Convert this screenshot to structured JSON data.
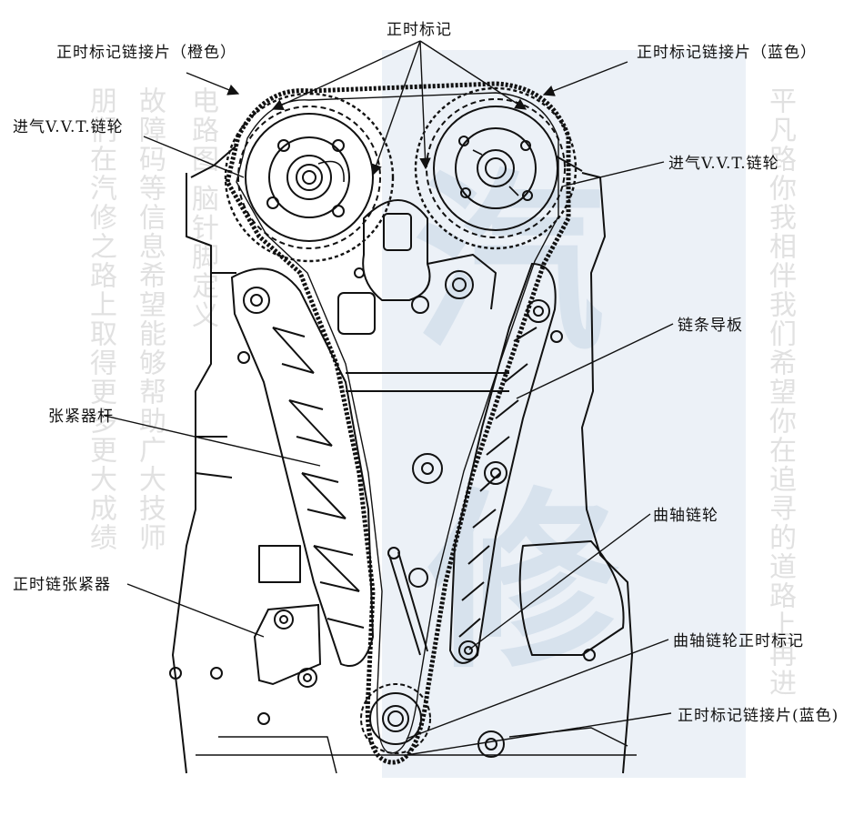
{
  "labels": {
    "timing_marks": "正时标记",
    "timing_link_orange": "正时标记链接片（橙色）",
    "timing_link_blue_top": "正时标记链接片（蓝色）",
    "intake_vvt_left": "进气V.V.T.链轮",
    "intake_vvt_right": "进气V.V.T.链轮",
    "chain_guide": "链条导板",
    "tensioner_arm": "张紧器杆",
    "crank_sprocket": "曲轴链轮",
    "chain_tensioner": "正时链张紧器",
    "crank_sprocket_mark": "曲轴链轮正时标记",
    "timing_link_blue_bottom": "正时标记链接片(蓝色)"
  },
  "watermark": {
    "left_column_1": "朋们在汽修之路上取得更多更大成绩",
    "left_column_2": "故障码等信息希望能够帮助广大技师",
    "left_column_3": "电路图 脑针脚定义",
    "right_column": "平凡路你我相伴我们希望你在追寻的道路上再进",
    "big_1": "汽",
    "big_2": "修",
    "color": "#c7d6e6"
  },
  "colors": {
    "ink": "#111111",
    "background": "#ffffff"
  }
}
